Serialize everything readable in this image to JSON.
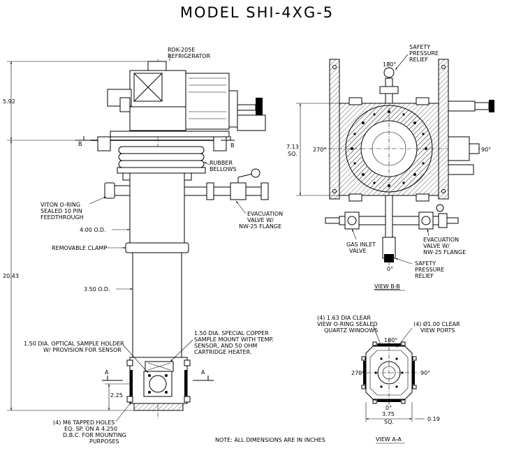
{
  "title": "MODEL SHI-4XG-5",
  "labels": {
    "refrigerator_l1": "RDK-205E",
    "refrigerator_l2": "REFRIGERATOR",
    "bellows_l1": "RUBBER",
    "bellows_l2": "BELLOWS",
    "viton_l1": "VITON O-RING",
    "viton_l2": "SEALED 10 PIN",
    "viton_l3": "FEEDTHROUGH",
    "evac_l1": "EVACUATION",
    "evac_l2": "VALVE W/",
    "evac_l3": "NW-25 FLANGE",
    "od_400": "4.00 O.D.",
    "clamp": "REMOVABLE CLAMP",
    "od_350": "3.50 O.D.",
    "copper_l1": "1.50 DIA. SPECIAL COPPER",
    "copper_l2": "SAMPLE MOUNT WITH TEMP.",
    "copper_l3": "SENSOR, AND 50 OHM",
    "copper_l4": "CARTRIDGE HEATER.",
    "optical_l1": "1.50 DIA. OPTICAL SAMPLE HOLDER",
    "optical_l2": "W/ PROVISION FOR SENSOR",
    "holes_l1": "(4) M6 TAPPED HOLES",
    "holes_l2": "EQ. SP. ON A 4.250",
    "holes_l3": "D.B.C. FOR MOUNTING",
    "holes_l4": "PURPOSES",
    "note": "NOTE: ALL DIMENSIONS ARE IN INCHES",
    "safety_top_l1": "SAFETY",
    "safety_top_l2": "PRESSURE",
    "safety_top_l3": "RELIEF",
    "gas_l1": "GAS INLET",
    "gas_l2": "VALVE",
    "evac2_l1": "EVACUATION",
    "evac2_l2": "VALVE W/",
    "evac2_l3": "NW-25 FLANGE",
    "safety_bot_l1": "SAFETY",
    "safety_bot_l2": "PRESSURE",
    "safety_bot_l3": "RELIEF",
    "view_bb": "VIEW B-B",
    "windows_l1": "(4) 1.63 DIA CLEAR",
    "windows_l2": "VIEW O-RING SEALED",
    "windows_l3": "QUARTZ WINDOWS",
    "ports_l1": "(4) Ø1.00 CLEAR",
    "ports_l2": "VIEW PORTS",
    "view_aa": "VIEW A-A",
    "sec_b": "B",
    "sec_a": "A"
  },
  "dimensions": {
    "d592": "5.92",
    "d2043": "20.43",
    "d225": "2.25",
    "d713": "7.13",
    "sq": "SQ.",
    "d375": "3.75",
    "sq2": "SQ.",
    "d019": "0.19"
  },
  "angles": {
    "bb_top": "180°",
    "bb_left": "270°",
    "bb_right": "90°",
    "bb_bottom": "0°",
    "aa_top": "180°",
    "aa_left": "270°",
    "aa_right": "90°",
    "aa_bottom": "0°"
  }
}
